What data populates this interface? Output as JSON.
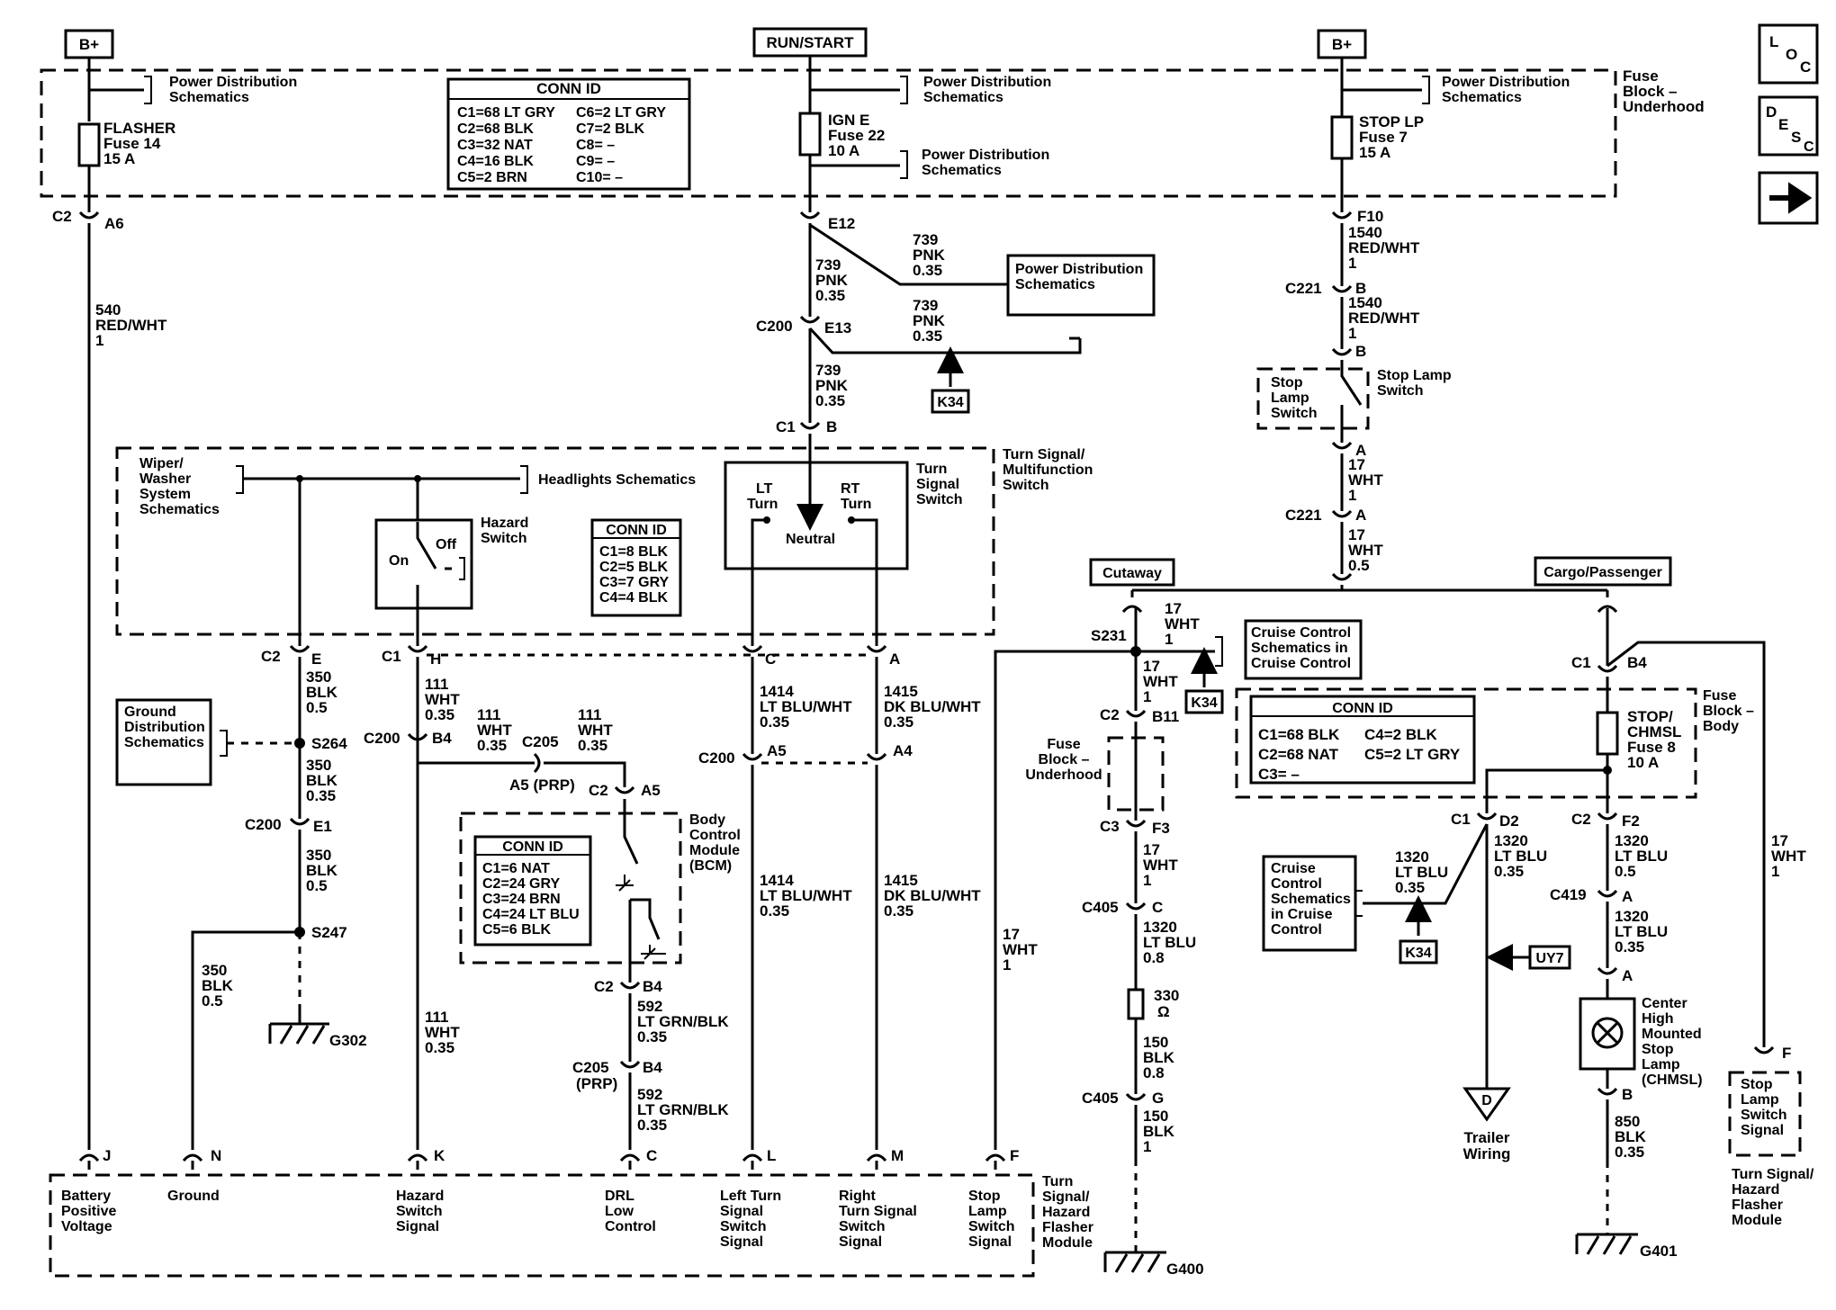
{
  "headers": {
    "bplus_left": "B+",
    "run_start": "RUN/START",
    "bplus_right": "B+",
    "cutaway": "Cutaway",
    "cargo": "Cargo/Passenger"
  },
  "nav": {
    "loc": [
      "L",
      "O",
      "C"
    ],
    "desc": [
      "D",
      "E",
      "S",
      "C"
    ],
    "next_icon": "arrow-right-icon"
  },
  "fuse_block_underhood": [
    "Fuse",
    "Block –",
    "Underhood"
  ],
  "fuse_block_body": [
    "Fuse",
    "Block –",
    "Body"
  ],
  "pds": [
    "Power Distribution",
    "Schematics"
  ],
  "flasher": [
    "FLASHER",
    "Fuse 14",
    "15 A"
  ],
  "ign": [
    "IGN E",
    "Fuse 22",
    "10 A"
  ],
  "stoplp": [
    "STOP LP",
    "Fuse 7",
    "15 A"
  ],
  "conn_main": {
    "title": "CONN ID",
    "left": [
      "C1=68 LT GRY",
      "C2=68 BLK",
      "C3=32 NAT",
      "C4=16 BLK",
      "C5=2 BRN"
    ],
    "right": [
      "C6=2 LT GRY",
      "C7=2 BLK",
      "C8= –",
      "C9= –",
      "C10= –"
    ]
  },
  "conn_switch": {
    "title": "CONN ID",
    "rows": [
      "C1=8 BLK",
      "C2=5 BLK",
      "C3=7 GRY",
      "C4=4 BLK"
    ]
  },
  "conn_bcm": {
    "title": "CONN ID",
    "rows": [
      "C1=6 NAT",
      "C2=24 GRY",
      "C3=24 BRN",
      "C4=24 LT BLU",
      "C5=6 BLK"
    ]
  },
  "conn_body": {
    "title": "CONN ID",
    "left": [
      "C1=68 BLK",
      "C2=68 NAT",
      "C3= –"
    ],
    "right": [
      "C4=2 BLK",
      "C5=2 LT GRY"
    ]
  },
  "wires": {
    "w540": [
      "540",
      "RED/WHT",
      "1"
    ],
    "w739a": [
      "739",
      "PNK",
      "0.35"
    ],
    "w739b": [
      "739",
      "PNK",
      "0.35"
    ],
    "w739c": [
      "739",
      "PNK",
      "0.35"
    ],
    "w739d": [
      "739",
      "PNK",
      "0.35"
    ],
    "w1540a": [
      "1540",
      "RED/WHT",
      "1"
    ],
    "w1540b": [
      "1540",
      "RED/WHT",
      "1"
    ],
    "w17a": [
      "17",
      "WHT",
      "1"
    ],
    "w17b": [
      "17",
      "WHT",
      "1"
    ],
    "w17c": [
      "17",
      "WHT",
      "0.5"
    ],
    "w17d": [
      "17",
      "WHT",
      "1"
    ],
    "w17e": [
      "17",
      "WHT",
      "1"
    ],
    "w17f": [
      "17",
      "WHT",
      "1"
    ],
    "w17g": [
      "17",
      "WHT",
      "1"
    ],
    "w350a": [
      "350",
      "BLK",
      "0.5"
    ],
    "w350b": [
      "350",
      "BLK",
      "0.35"
    ],
    "w350c": [
      "350",
      "BLK",
      "0.5"
    ],
    "w350d": [
      "350",
      "BLK",
      "0.5"
    ],
    "w111a": [
      "111",
      "WHT",
      "0.35"
    ],
    "w111b": [
      "111",
      "WHT",
      "0.35"
    ],
    "w111c": [
      "111",
      "WHT",
      "0.35"
    ],
    "w111d": [
      "111",
      "WHT",
      "0.35"
    ],
    "w592a": [
      "592",
      "LT GRN/BLK",
      "0.35"
    ],
    "w592b": [
      "592",
      "LT GRN/BLK",
      "0.35"
    ],
    "w1414a": [
      "1414",
      "LT BLU/WHT",
      "0.35"
    ],
    "w1414b": [
      "1414",
      "LT BLU/WHT",
      "0.35"
    ],
    "w1415a": [
      "1415",
      "DK BLU/WHT",
      "0.35"
    ],
    "w1415b": [
      "1415",
      "DK BLU/WHT",
      "0.35"
    ],
    "w1320a": [
      "1320",
      "LT BLU",
      "0.8"
    ],
    "w1320b": [
      "1320",
      "LT BLU",
      "0.35"
    ],
    "w1320c": [
      "1320",
      "LT BLU",
      "0.35"
    ],
    "w1320d": [
      "1320",
      "LT BLU",
      "0.5"
    ],
    "w1320e": [
      "1320",
      "LT BLU",
      "0.35"
    ],
    "w150a": [
      "150",
      "BLK",
      "0.8"
    ],
    "w150b": [
      "150",
      "BLK",
      "1"
    ],
    "w850": [
      "850",
      "BLK",
      "0.35"
    ]
  },
  "connectors": {
    "c2": "C2",
    "a6": "A6",
    "e12": "E12",
    "f10": "F10",
    "c221": "C221",
    "b": "B",
    "a": "A",
    "c200": "C200",
    "e13": "E13",
    "c1": "C1",
    "e": "E",
    "h": "H",
    "c": "C",
    "c200b": "C200",
    "b4": "B4",
    "c205": "C205",
    "a5prp": "A5 (PRP)",
    "a5": "A5",
    "a4": "A4",
    "e1": "E1",
    "s264": "S264",
    "s247": "S247",
    "g302": "G302",
    "b4b": "B4",
    "c205prp": [
      "C205",
      "(PRP)"
    ],
    "s231": "S231",
    "b11": "B11",
    "c3": "C3",
    "f3": "F3",
    "c405": "C405",
    "g": "G",
    "g400": "G400",
    "b4c": "B4",
    "d2": "D2",
    "f2": "F2",
    "c419": "C419",
    "g401": "G401",
    "f": "F",
    "j": "J",
    "n": "N",
    "k": "K",
    "l": "L",
    "m": "M",
    "ohm": "Ω",
    "r330": "330"
  },
  "labels": {
    "stop_lamp_switch": [
      "Stop",
      "Lamp",
      "Switch"
    ],
    "stop_lamp_switch_r": [
      "Stop Lamp",
      "Switch"
    ],
    "turn_signal_mf": [
      "Turn Signal/",
      "Multifunction",
      "Switch"
    ],
    "turn_signal_switch": [
      "Turn",
      "Signal",
      "Switch"
    ],
    "lt_turn": [
      "LT",
      "Turn"
    ],
    "rt_turn": [
      "RT",
      "Turn"
    ],
    "neutral": "Neutral",
    "wiper": [
      "Wiper/",
      "Washer",
      "System",
      "Schematics"
    ],
    "headlights": "Headlights Schematics",
    "hazard_switch": [
      "Hazard",
      "Switch"
    ],
    "on": "On",
    "off": "Off",
    "ground_dist": [
      "Ground",
      "Distribution",
      "Schematics"
    ],
    "bcm": [
      "Body",
      "Control",
      "Module",
      "(BCM)"
    ],
    "cruise1": [
      "Cruise Control",
      "Schematics in",
      "Cruise Control"
    ],
    "cruise2": [
      "Cruise",
      "Control",
      "Schematics",
      "in Cruise",
      "Control"
    ],
    "fb_underhood2": [
      "Fuse",
      "Block –",
      "Underhood"
    ],
    "stop_chmsl": [
      "STOP/",
      "CHMSL",
      "Fuse 8",
      "10 A"
    ],
    "chmsl": [
      "Center",
      "High",
      "Mounted",
      "Stop",
      "Lamp",
      "(CHMSL)"
    ],
    "trailer": [
      "Trailer",
      "Wiring"
    ],
    "trailer_d": "D",
    "k34": "K34",
    "uy7": "UY7",
    "stop_signal_box": [
      "Stop",
      "Lamp",
      "Switch",
      "Signal"
    ],
    "tshfm_right": [
      "Turn Signal/",
      "Hazard",
      "Flasher",
      "Module"
    ],
    "tshfm_bottom": [
      "Turn",
      "Signal/",
      "Hazard",
      "Flasher",
      "Module"
    ],
    "pins": [
      [
        "Battery",
        "Positive",
        "Voltage"
      ],
      [
        "Ground"
      ],
      [
        "Hazard",
        "Switch",
        "Signal"
      ],
      [
        "DRL",
        "Low",
        "Control"
      ],
      [
        "Left Turn",
        "Signal",
        "Switch",
        "Signal"
      ],
      [
        "Right",
        "Turn Signal",
        "Switch",
        "Signal"
      ],
      [
        "Stop",
        "Lamp",
        "Switch",
        "Signal"
      ]
    ]
  }
}
